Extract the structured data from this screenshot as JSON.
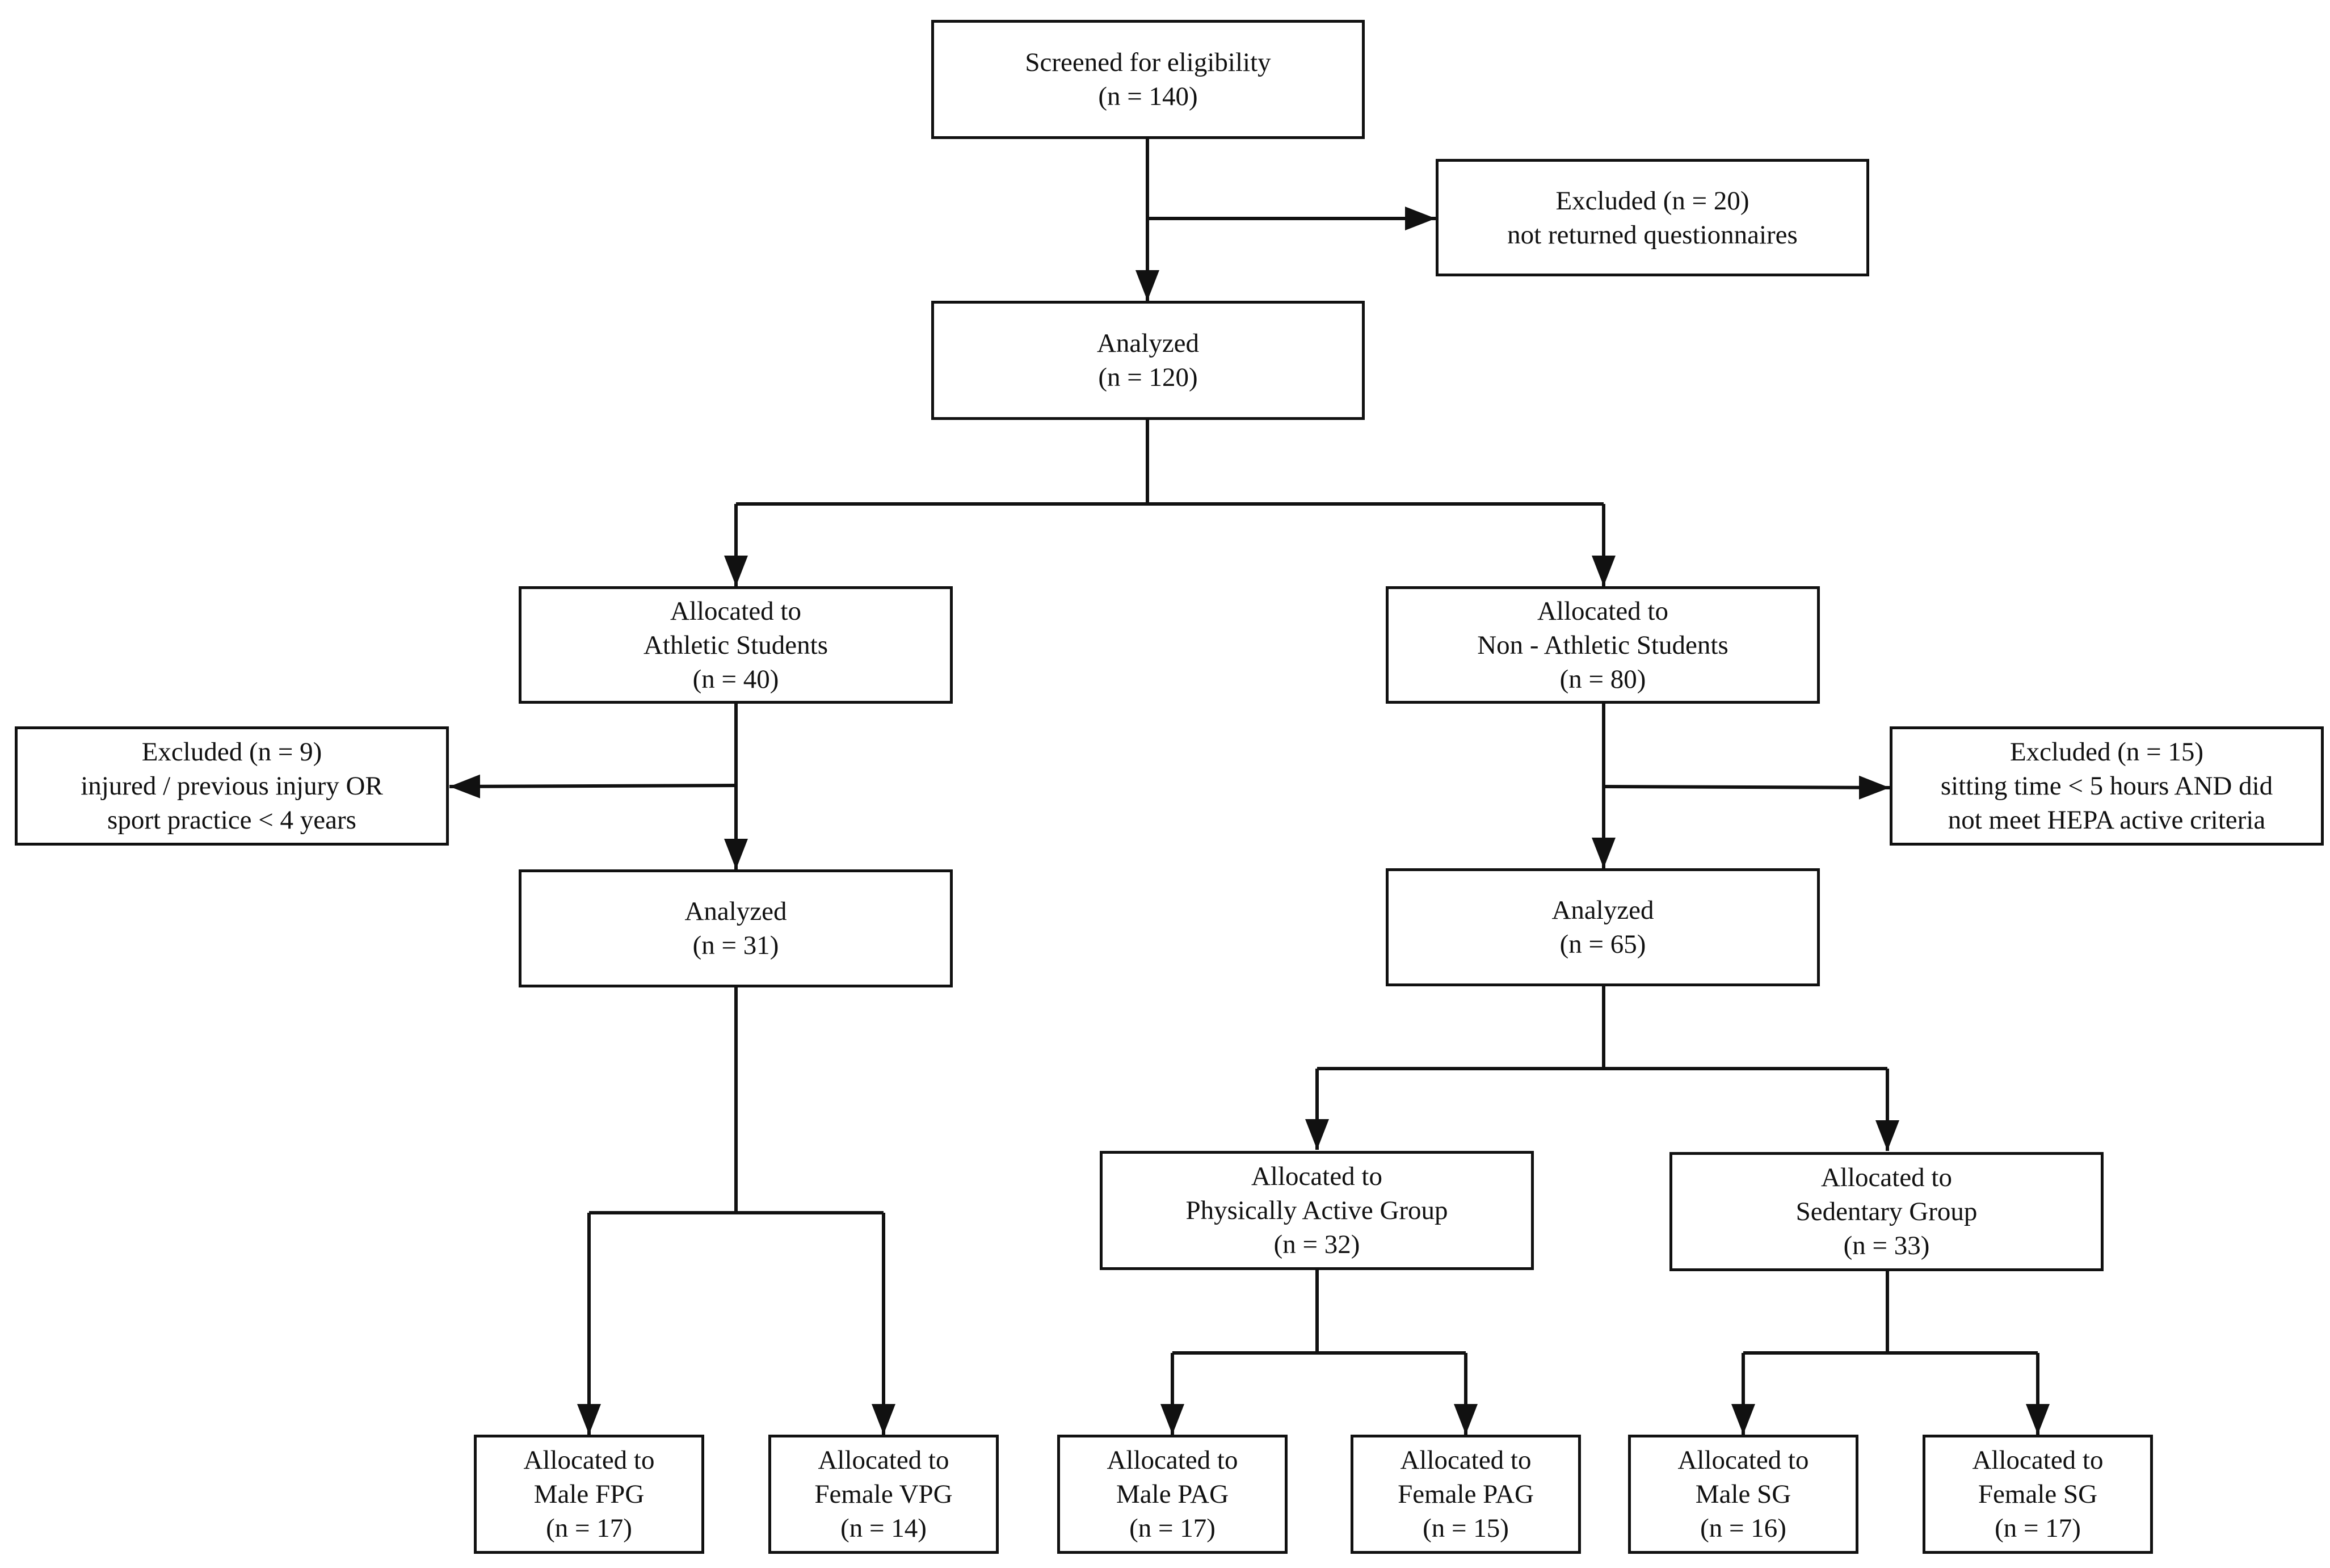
{
  "screened": {
    "line1": "Screened for eligibility",
    "line2": "(n = 140)"
  },
  "excluded_1": {
    "line1": "Excluded  (n = 20)",
    "line2": "not returned  questionnaires"
  },
  "analyzed_1": {
    "line1": "Analyzed",
    "line2": "(n = 120)"
  },
  "athletic": {
    "line1": "Allocated to",
    "line2": "Athletic Students",
    "line3": "(n = 40)"
  },
  "non_athletic": {
    "line1": "Allocated to",
    "line2": "Non - Athletic Students",
    "line3": "(n = 80)"
  },
  "excluded_athletic": {
    "line1": "Excluded  (n = 9)",
    "line2": "injured / previous injury OR",
    "line3": "sport practice < 4 years"
  },
  "excluded_non_athletic": {
    "line1": "Excluded  (n = 15)",
    "line2": "sitting time < 5 hours AND did",
    "line3": "not meet HEPA active criteria"
  },
  "analyzed_athletic": {
    "line1": "Analyzed",
    "line2": "(n = 31)"
  },
  "analyzed_non_athletic": {
    "line1": "Analyzed",
    "line2": "(n = 65)"
  },
  "physically_active": {
    "line1": "Allocated to",
    "line2": "Physically Active Group",
    "line3": "(n = 32)"
  },
  "sedentary": {
    "line1": "Allocated to",
    "line2": "Sedentary Group",
    "line3": "(n = 33)"
  },
  "male_fpg": {
    "line1": "Allocated to",
    "line2": "Male FPG",
    "line3": "(n = 17)"
  },
  "female_vpg": {
    "line1": "Allocated to",
    "line2": "Female VPG",
    "line3": "(n = 14)"
  },
  "male_pag": {
    "line1": "Allocated to",
    "line2": "Male PAG",
    "line3": "(n = 17)"
  },
  "female_pag": {
    "line1": "Allocated to",
    "line2": "Female PAG",
    "line3": "(n = 15)"
  },
  "male_sg": {
    "line1": "Allocated to",
    "line2": "Male SG",
    "line3": "(n = 16)"
  },
  "female_sg": {
    "line1": "Allocated to",
    "line2": "Female SG",
    "line3": "(n = 17)"
  }
}
